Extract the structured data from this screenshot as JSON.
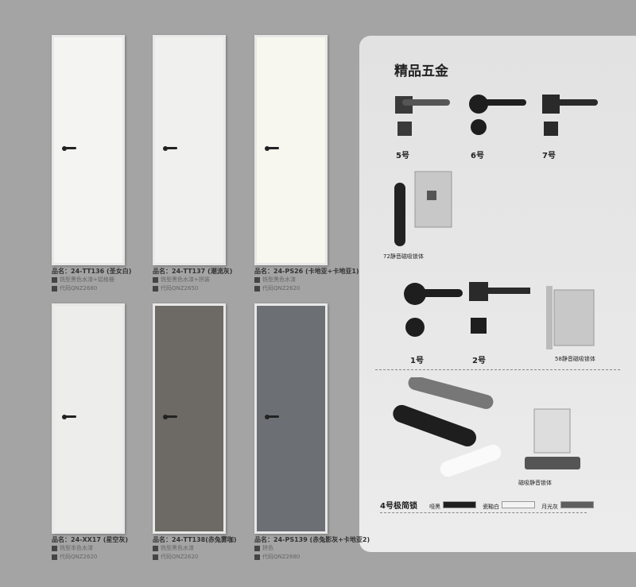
{
  "doors": [
    {
      "name": "品名：24-TT136 (圣女白)",
      "process": "铣型黑色水漆+铝格栅",
      "code": "代码QNZ2680",
      "color": "#f4f4f2"
    },
    {
      "name": "品名：24-TT137 (潮流灰)",
      "process": "铣型黑色水漆+拼装",
      "code": "代码QNZ2650",
      "color": "#f0f0ee"
    },
    {
      "name": "品名：24-PS26 (卡地亚+卡地亚1)",
      "process": "铣型黑色水漆",
      "code": "代码QNZ2620",
      "color": "#f7f7ef"
    },
    {
      "name": "品名：24-XX17 (星空灰)",
      "process": "铣型本色水漆",
      "code": "代码QNZ2620",
      "color": "#ededeb"
    },
    {
      "name": "品名：24-TT138(赤兔雾咖)",
      "process": "铣型黑色水漆",
      "code": "代码QNZ2620",
      "color": "#6d6964"
    },
    {
      "name": "品名：24-PS139 (赤兔影灰+卡地亚2)",
      "process": "拼色",
      "code": "代码QNZ2680",
      "color": "#6c7074"
    }
  ],
  "hardware": {
    "title": "精品五金",
    "h5": "5号",
    "h6": "6号",
    "h7": "7号",
    "lock72": "72静音磁吸锁体",
    "h1": "1号",
    "h2": "2号",
    "lock58": "58静音磁吸锁体",
    "magnet_lock": "磁吸静音锁体",
    "h4_title": "4号极简锁",
    "finishes": [
      {
        "label": "哑黑",
        "color": "#1f1f1f"
      },
      {
        "label": "瓷釉白",
        "color": "#f3f3f3"
      },
      {
        "label": "月光灰",
        "color": "#5e5e5e"
      }
    ]
  }
}
